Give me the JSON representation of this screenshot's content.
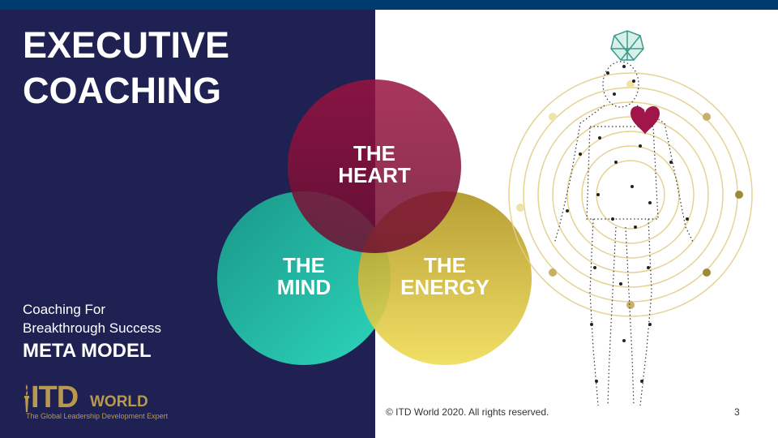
{
  "slide": {
    "title_line1": "EXECUTIVE",
    "title_line2": "COACHING",
    "subtitle_line1": "Coaching For",
    "subtitle_line2": "Breakthrough Success",
    "meta_model": "META MODEL",
    "footer": "© ITD World 2020. All rights reserved.",
    "page_number": "3"
  },
  "logo": {
    "itd": "ITD",
    "world": "WORLD",
    "tagline": "The Global Leadership Development Expert"
  },
  "venn": {
    "heart_line1": "THE",
    "heart_line2": "HEART",
    "mind_line1": "THE",
    "mind_line2": "MIND",
    "energy_line1": "THE",
    "energy_line2": "ENERGY"
  },
  "colors": {
    "left_panel": "#1e2152",
    "top_bar": "#003b6f",
    "heart": "#8a1038",
    "mind": "#1fb8a0",
    "energy": "#c9ab2a",
    "gold_accent": "#b89a4e"
  },
  "icons": {
    "figure": "human-particle-figure-icon",
    "crown": "geodesic-crown-icon",
    "heart": "heart-icon",
    "torch": "torch-logo-icon"
  }
}
